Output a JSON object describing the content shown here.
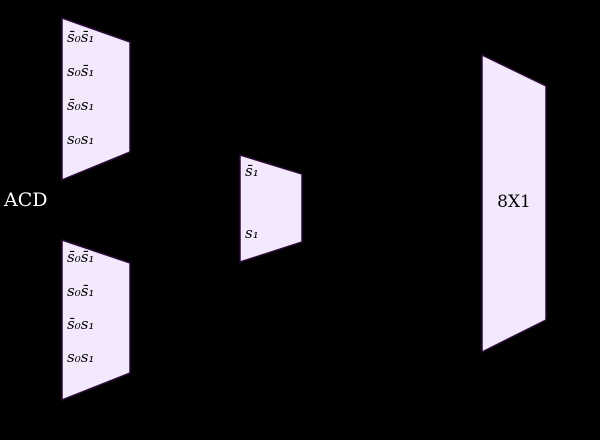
{
  "diagram": {
    "input_label": "ACD",
    "mux_top_left": {
      "inputs": [
        "s̄₀s̄₁",
        "s₀s̄₁",
        "s̄₀s₁",
        "s₀s₁"
      ]
    },
    "mux_bottom_left": {
      "inputs": [
        "s̄₀s̄₁",
        "s₀s̄₁",
        "s̄₀s₁",
        "s₀s₁"
      ]
    },
    "mux_middle": {
      "inputs": [
        "s̄₁",
        "s₁"
      ]
    },
    "mux_right": {
      "label": "8X1"
    }
  },
  "colors": {
    "background": "#000000",
    "shape_fill": "#f4e9fc",
    "shape_stroke": "#2b0b35",
    "shape_text": "#000000",
    "outside_text": "#ffffff"
  }
}
